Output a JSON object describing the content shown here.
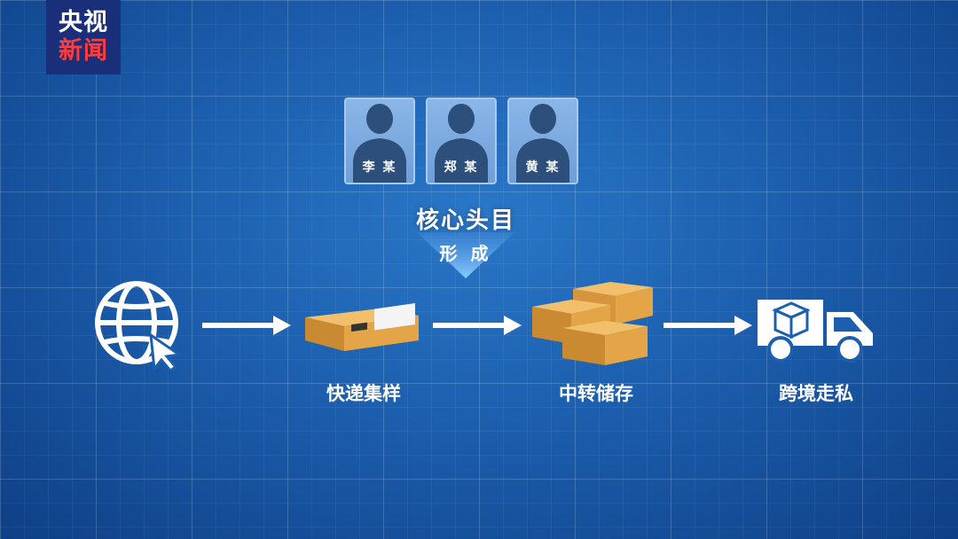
{
  "logo": {
    "line1": "央视",
    "line2": "新闻"
  },
  "persons": [
    {
      "name": "李 某"
    },
    {
      "name": "郑 某"
    },
    {
      "name": "黄 某"
    }
  ],
  "core": {
    "title": "核心头目",
    "action": "形 成"
  },
  "steps": [
    {
      "label": "",
      "icon": "globe-cursor-icon",
      "note": "label blurred in source"
    },
    {
      "label": "快递集样",
      "icon": "parcel-box-icon"
    },
    {
      "label": "中转储存",
      "icon": "stacked-boxes-icon"
    },
    {
      "label": "跨境走私",
      "icon": "delivery-truck-icon"
    }
  ],
  "colors": {
    "background": "#1c5fae",
    "box": "#e8a94c",
    "accent": "#ffffff"
  }
}
